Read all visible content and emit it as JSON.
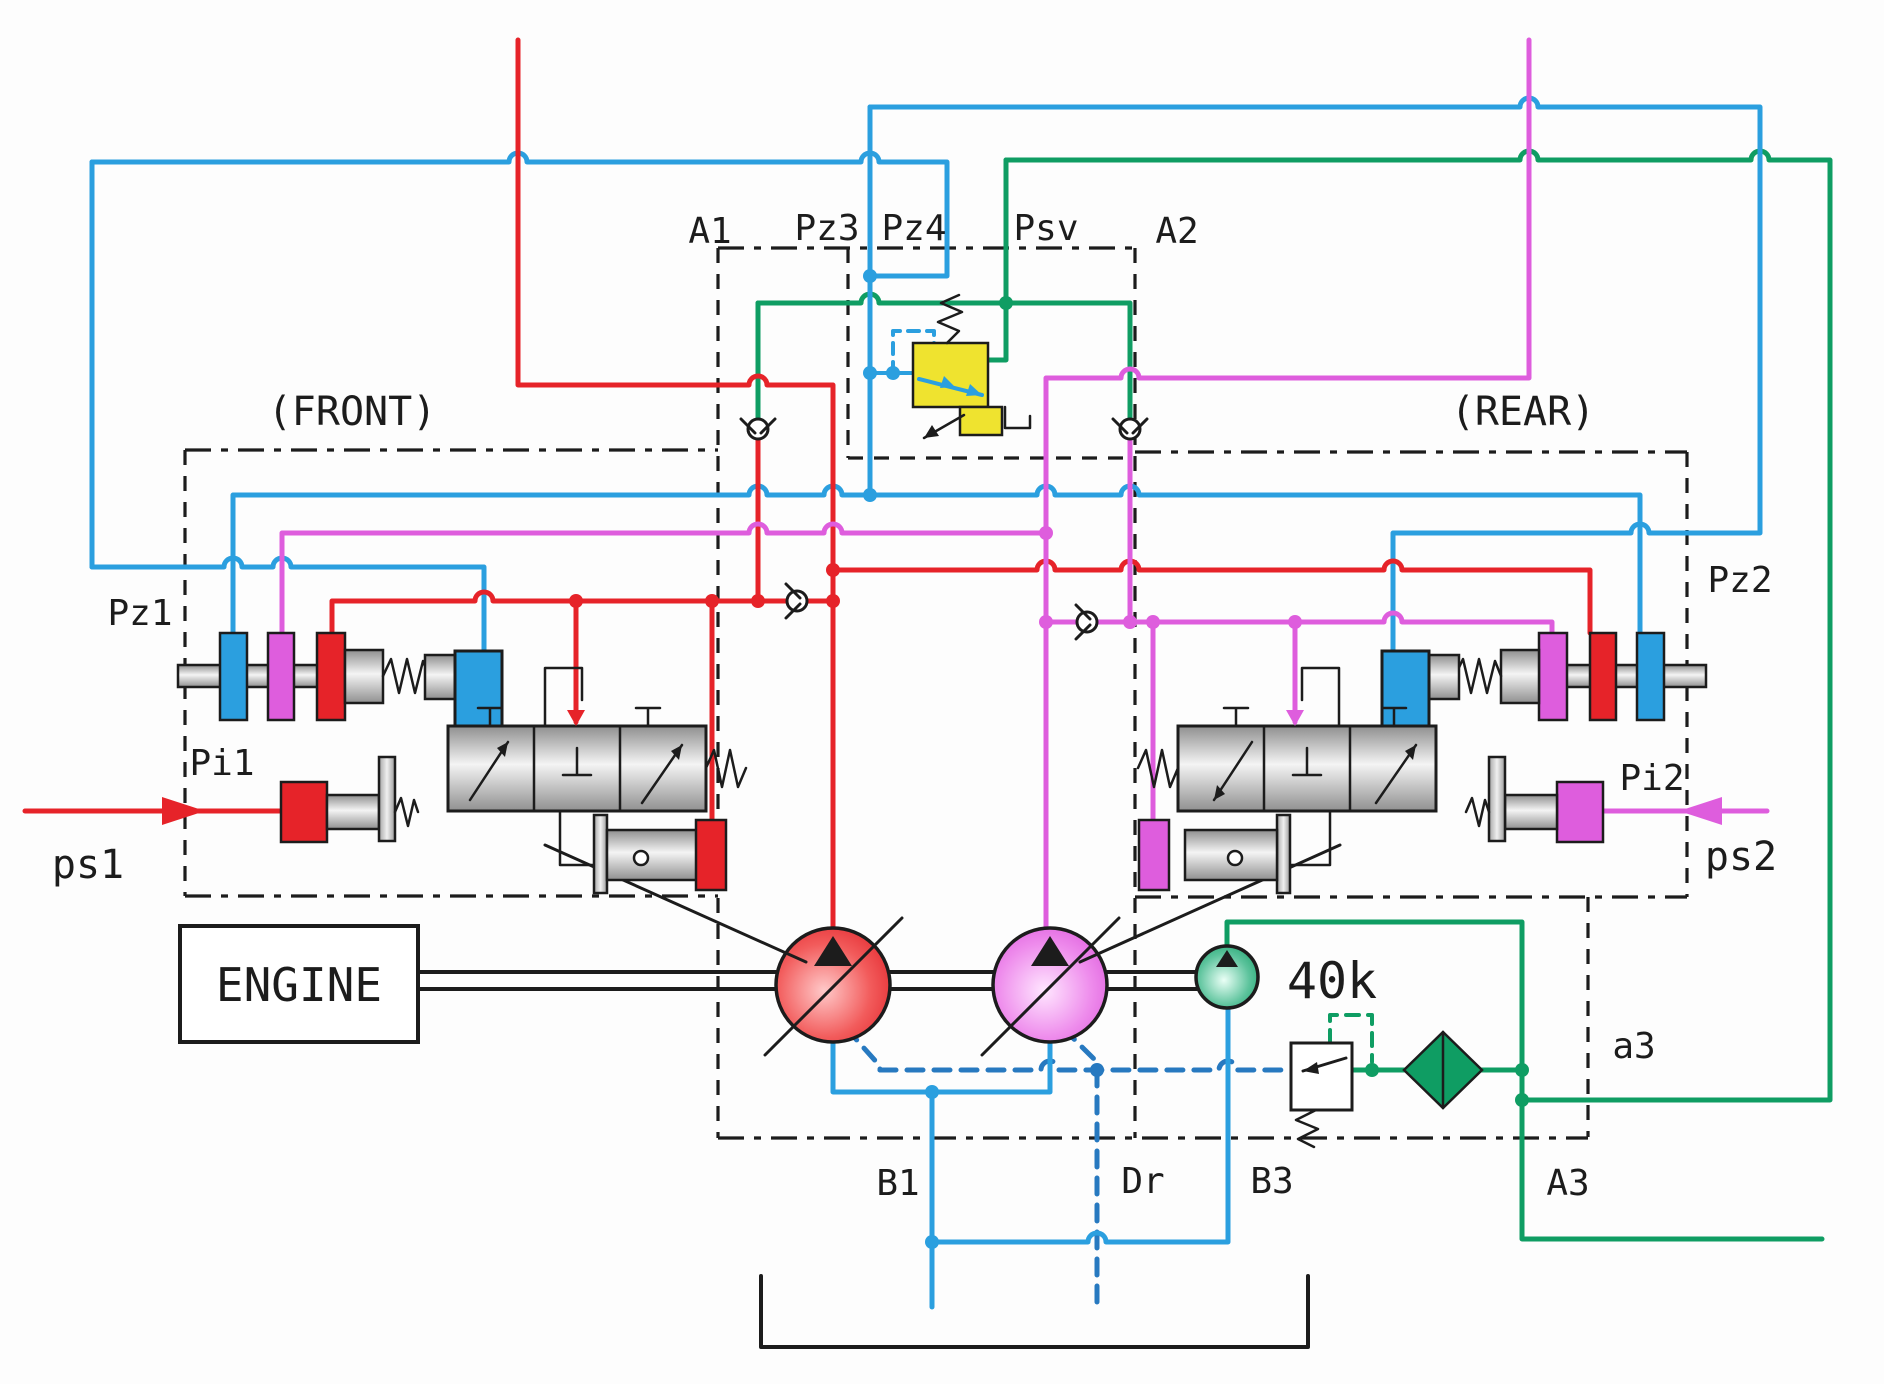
{
  "labels": {
    "a1": "A1",
    "pz3": "Pz3",
    "pz4": "Pz4",
    "psv": "Psv",
    "a2": "A2",
    "front": "(FRONT)",
    "rear": "(REAR)",
    "pz1": "Pz1",
    "pz2": "Pz2",
    "pi1": "Pi1",
    "pi2": "Pi2",
    "ps1": "ps1",
    "ps2": "ps2",
    "engine": "ENGINE",
    "gear_pump_rating": "40k",
    "b1": "B1",
    "dr": "Dr",
    "b3": "B3",
    "a3_port": "A3",
    "a3_pilot": "a3"
  },
  "colors": {
    "red": "#e62329",
    "blue": "#2b9fdf",
    "magenta": "#de5ddd",
    "green": "#0f9d63",
    "drain": "#2779c0",
    "yellow": "#efe32f",
    "black": "#1c1c1c"
  }
}
